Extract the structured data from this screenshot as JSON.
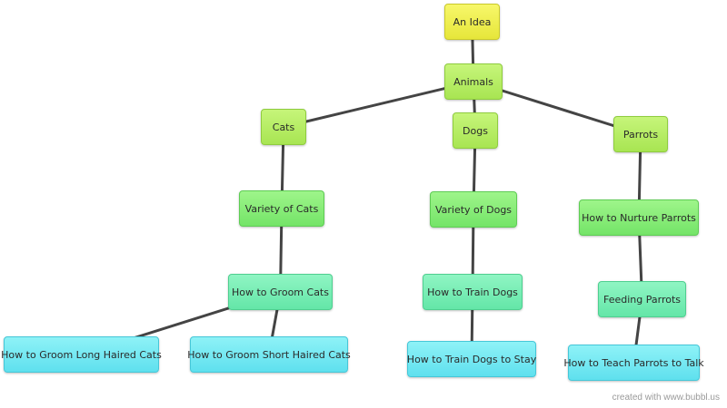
{
  "nodes": [
    {
      "id": "idea",
      "label": "An Idea",
      "tier": "yellow"
    },
    {
      "id": "animals",
      "label": "Animals",
      "tier": "lime"
    },
    {
      "id": "cats",
      "label": "Cats",
      "tier": "lime"
    },
    {
      "id": "dogs",
      "label": "Dogs",
      "tier": "lime"
    },
    {
      "id": "parrots",
      "label": "Parrots",
      "tier": "lime"
    },
    {
      "id": "variety-cats",
      "label": "Variety of Cats",
      "tier": "green"
    },
    {
      "id": "variety-dogs",
      "label": "Variety of Dogs",
      "tier": "green"
    },
    {
      "id": "nurture-parrots",
      "label": "How to Nurture Parrots",
      "tier": "green"
    },
    {
      "id": "groom-cats",
      "label": "How to Groom Cats",
      "tier": "mint"
    },
    {
      "id": "train-dogs",
      "label": "How to Train Dogs",
      "tier": "mint"
    },
    {
      "id": "feeding-parrots",
      "label": "Feeding Parrots",
      "tier": "mint"
    },
    {
      "id": "groom-long",
      "label": "How to Groom Long Haired Cats",
      "tier": "cyan"
    },
    {
      "id": "groom-short",
      "label": "How to Groom Short Haired Cats",
      "tier": "cyan"
    },
    {
      "id": "train-stay",
      "label": "How to Train Dogs to Stay",
      "tier": "cyan"
    },
    {
      "id": "teach-talk",
      "label": "How to Teach Parrots to Talk",
      "tier": "cyan"
    }
  ],
  "edges": [
    [
      "idea",
      "animals"
    ],
    [
      "animals",
      "cats"
    ],
    [
      "animals",
      "dogs"
    ],
    [
      "animals",
      "parrots"
    ],
    [
      "cats",
      "variety-cats"
    ],
    [
      "dogs",
      "variety-dogs"
    ],
    [
      "parrots",
      "nurture-parrots"
    ],
    [
      "variety-cats",
      "groom-cats"
    ],
    [
      "variety-dogs",
      "train-dogs"
    ],
    [
      "nurture-parrots",
      "feeding-parrots"
    ],
    [
      "groom-cats",
      "groom-long"
    ],
    [
      "groom-cats",
      "groom-short"
    ],
    [
      "train-dogs",
      "train-stay"
    ],
    [
      "feeding-parrots",
      "teach-talk"
    ]
  ],
  "colors": {
    "yellow": "#eeee4a",
    "lime": "#b5ec60",
    "green": "#86ea74",
    "mint": "#74ecb3",
    "cyan": "#70e6f1",
    "link": "#444444"
  },
  "footer": {
    "credit": "created with www.bubbl.us"
  }
}
